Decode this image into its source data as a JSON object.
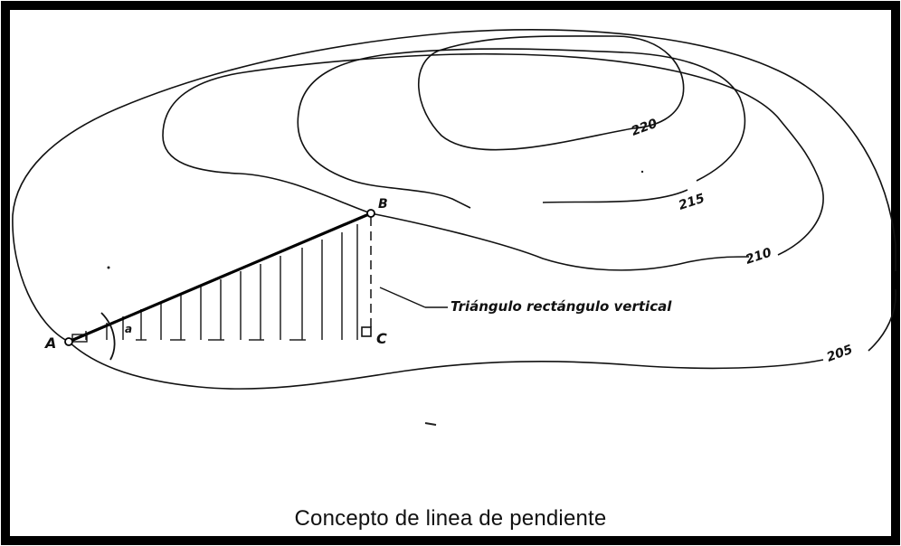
{
  "labels": {
    "point_a": "A",
    "point_b": "B",
    "point_c": "C",
    "angle": "a",
    "triangle": "Triángulo rectángulo vertical"
  },
  "contours": {
    "c220": "220",
    "c215": "215",
    "c210": "210",
    "c205": "205"
  },
  "caption": "Concepto de linea de pendiente",
  "colors": {
    "frame": "#000000",
    "ink": "#111111",
    "background": "#ffffff"
  }
}
